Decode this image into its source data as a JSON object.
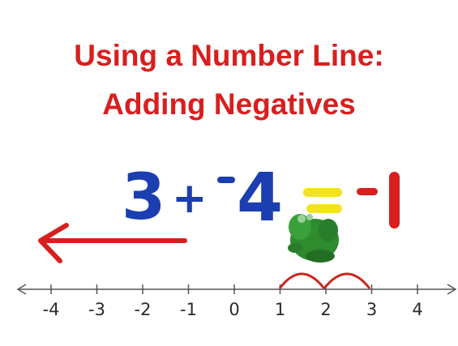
{
  "title": {
    "line1": "Using a Number Line:",
    "line2": "Adding Negatives"
  },
  "equation": {
    "first": "3",
    "plus": "+",
    "second": "-4",
    "result": "-1"
  },
  "number_line": {
    "ticks": [
      "-4",
      "-3",
      "-2",
      "-1",
      "0",
      "1",
      "2",
      "3",
      "4"
    ]
  },
  "colors": {
    "title": "#d81f1f",
    "equation_blue": "#1b3fb0",
    "result_red": "#d81f1f",
    "equals_yellow": "#f2e31f",
    "arrow_red": "#d81f1f",
    "frog_green": "#2e8b2e",
    "line_gray": "#555555"
  }
}
